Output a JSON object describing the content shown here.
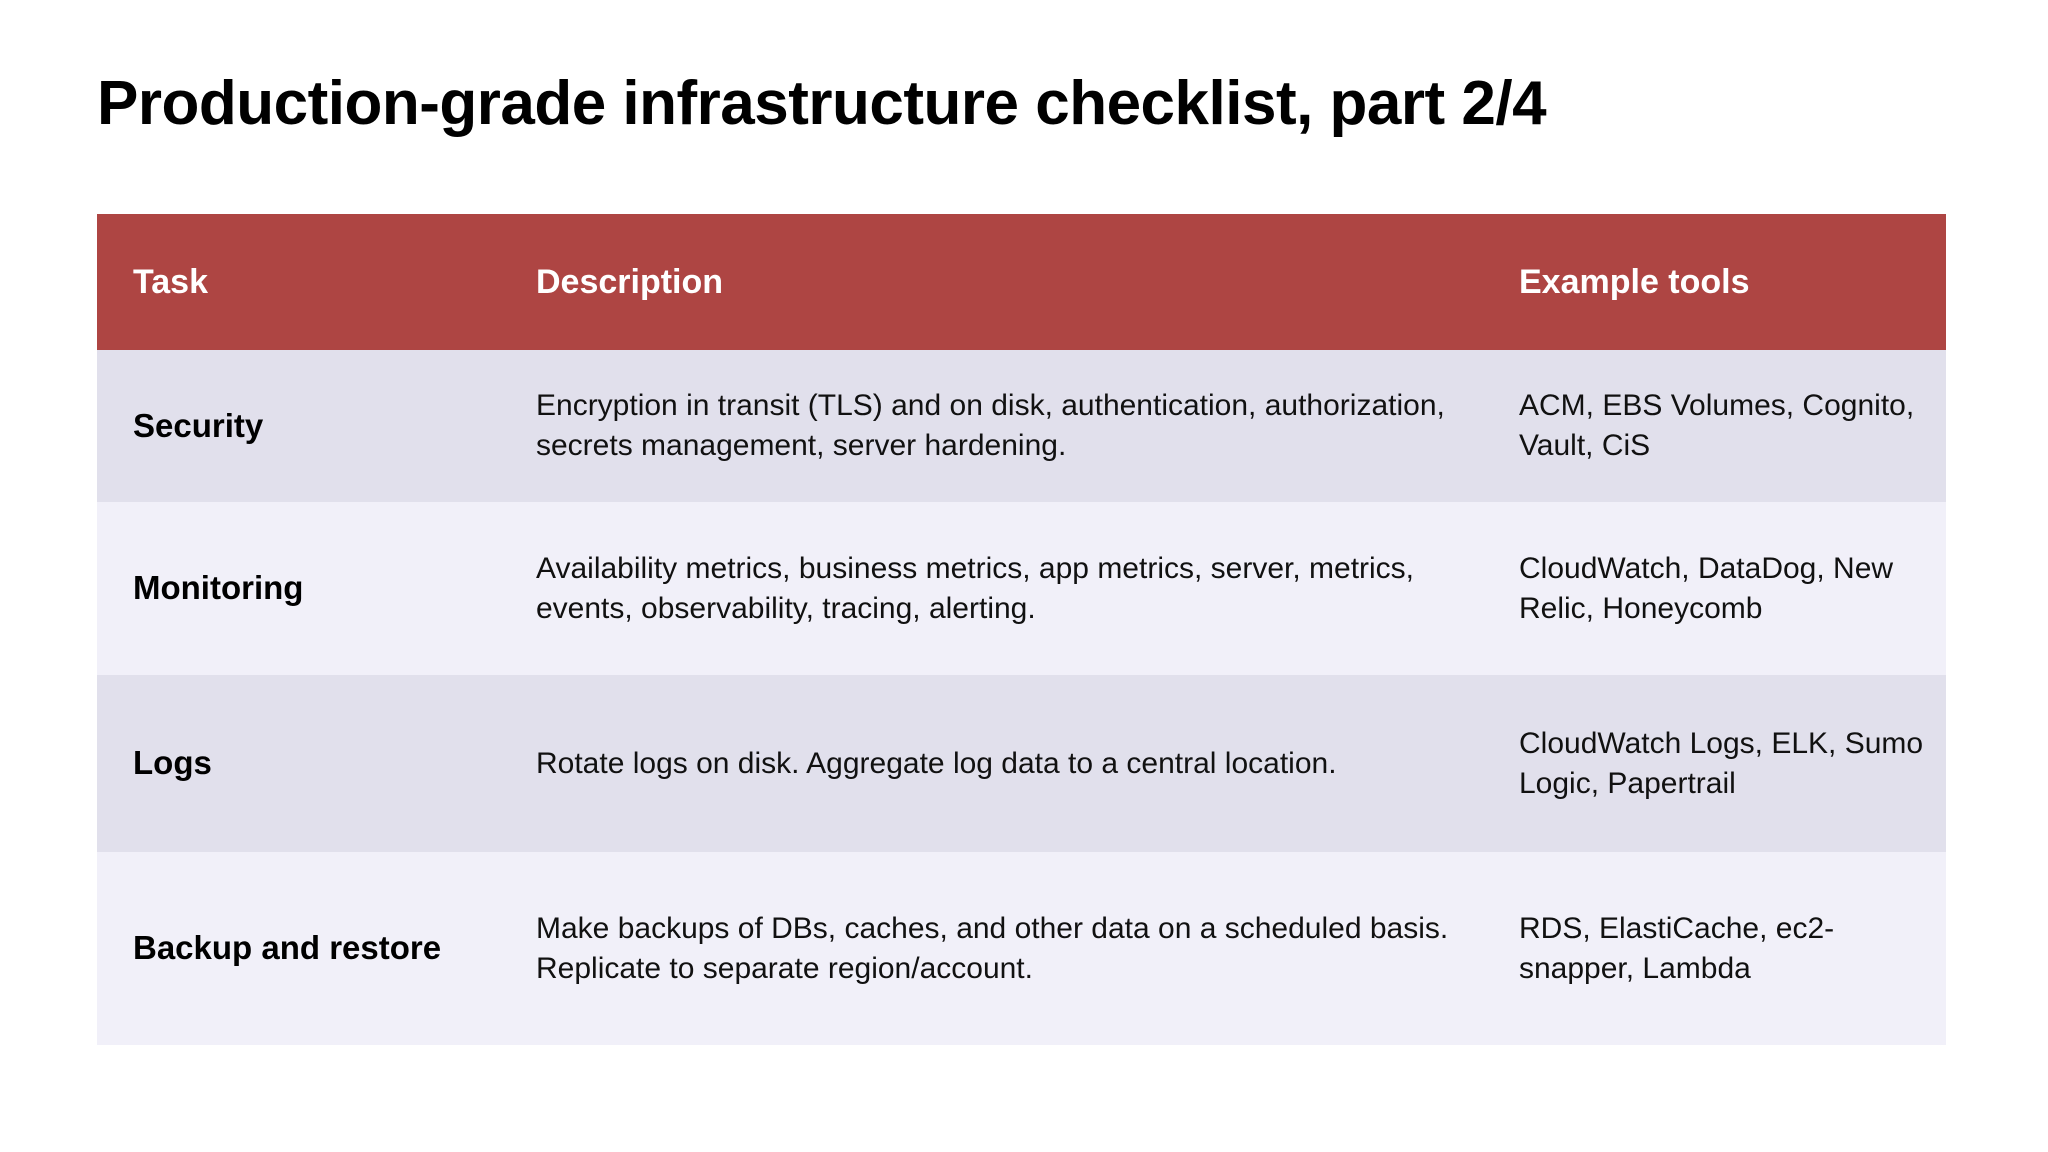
{
  "slide": {
    "title": "Production-grade infrastructure checklist, part 2/4",
    "background_color": "#FFFFFF"
  },
  "table": {
    "header_background": "#AE4543",
    "header_text_color": "#FFFFFF",
    "row_color_odd": "#E1E0EC",
    "row_color_even": "#F1F0F9",
    "columns": [
      {
        "key": "task",
        "label": "Task"
      },
      {
        "key": "description",
        "label": "Description"
      },
      {
        "key": "tools",
        "label": "Example tools"
      }
    ],
    "rows": [
      {
        "task": "Security",
        "description": "Encryption in transit (TLS) and on disk, authentication, authorization, secrets management, server hardening.",
        "tools": "ACM, EBS Volumes, Cognito, Vault, CiS"
      },
      {
        "task": "Monitoring",
        "description": "Availability metrics, business metrics, app metrics, server, metrics, events, observability, tracing, alerting.",
        "tools": "CloudWatch, DataDog, New Relic, Honeycomb"
      },
      {
        "task": "Logs",
        "description": "Rotate logs on disk. Aggregate log data to a central location.",
        "tools": "CloudWatch Logs, ELK, Sumo Logic, Papertrail"
      },
      {
        "task": "Backup and restore",
        "description": "Make backups of DBs, caches, and other data on a scheduled basis. Replicate to separate region/account.",
        "tools": "RDS, ElastiCache, ec2-snapper, Lambda"
      }
    ]
  }
}
